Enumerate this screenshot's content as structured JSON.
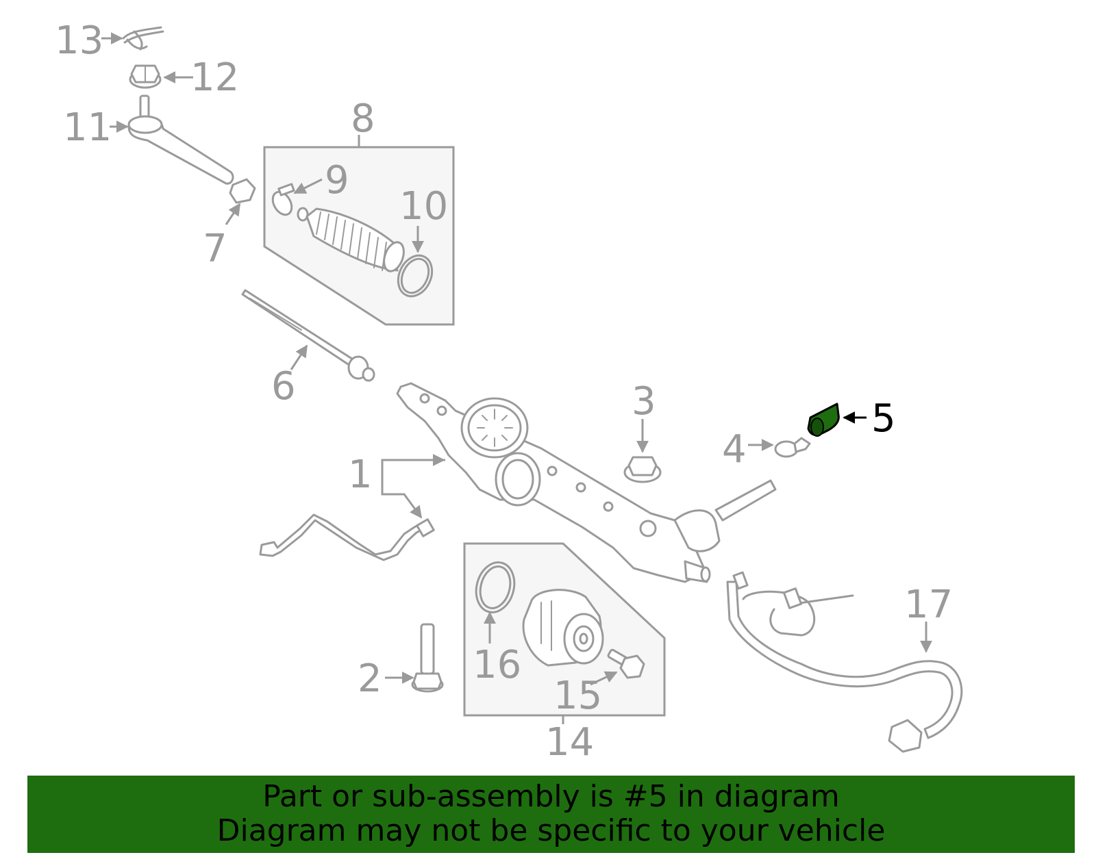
{
  "diagram": {
    "highlight_color": "#1e6e0f",
    "callouts": {
      "c1": "1",
      "c2": "2",
      "c3": "3",
      "c4": "4",
      "c5": "5",
      "c6": "6",
      "c7": "7",
      "c8": "8",
      "c9": "9",
      "c10": "10",
      "c11": "11",
      "c12": "12",
      "c13": "13",
      "c14": "14",
      "c15": "15",
      "c16": "16",
      "c17": "17"
    }
  },
  "banner": {
    "line1": "Part or sub-assembly is #5 in diagram",
    "line2": "Diagram may not be specific to your vehicle"
  }
}
